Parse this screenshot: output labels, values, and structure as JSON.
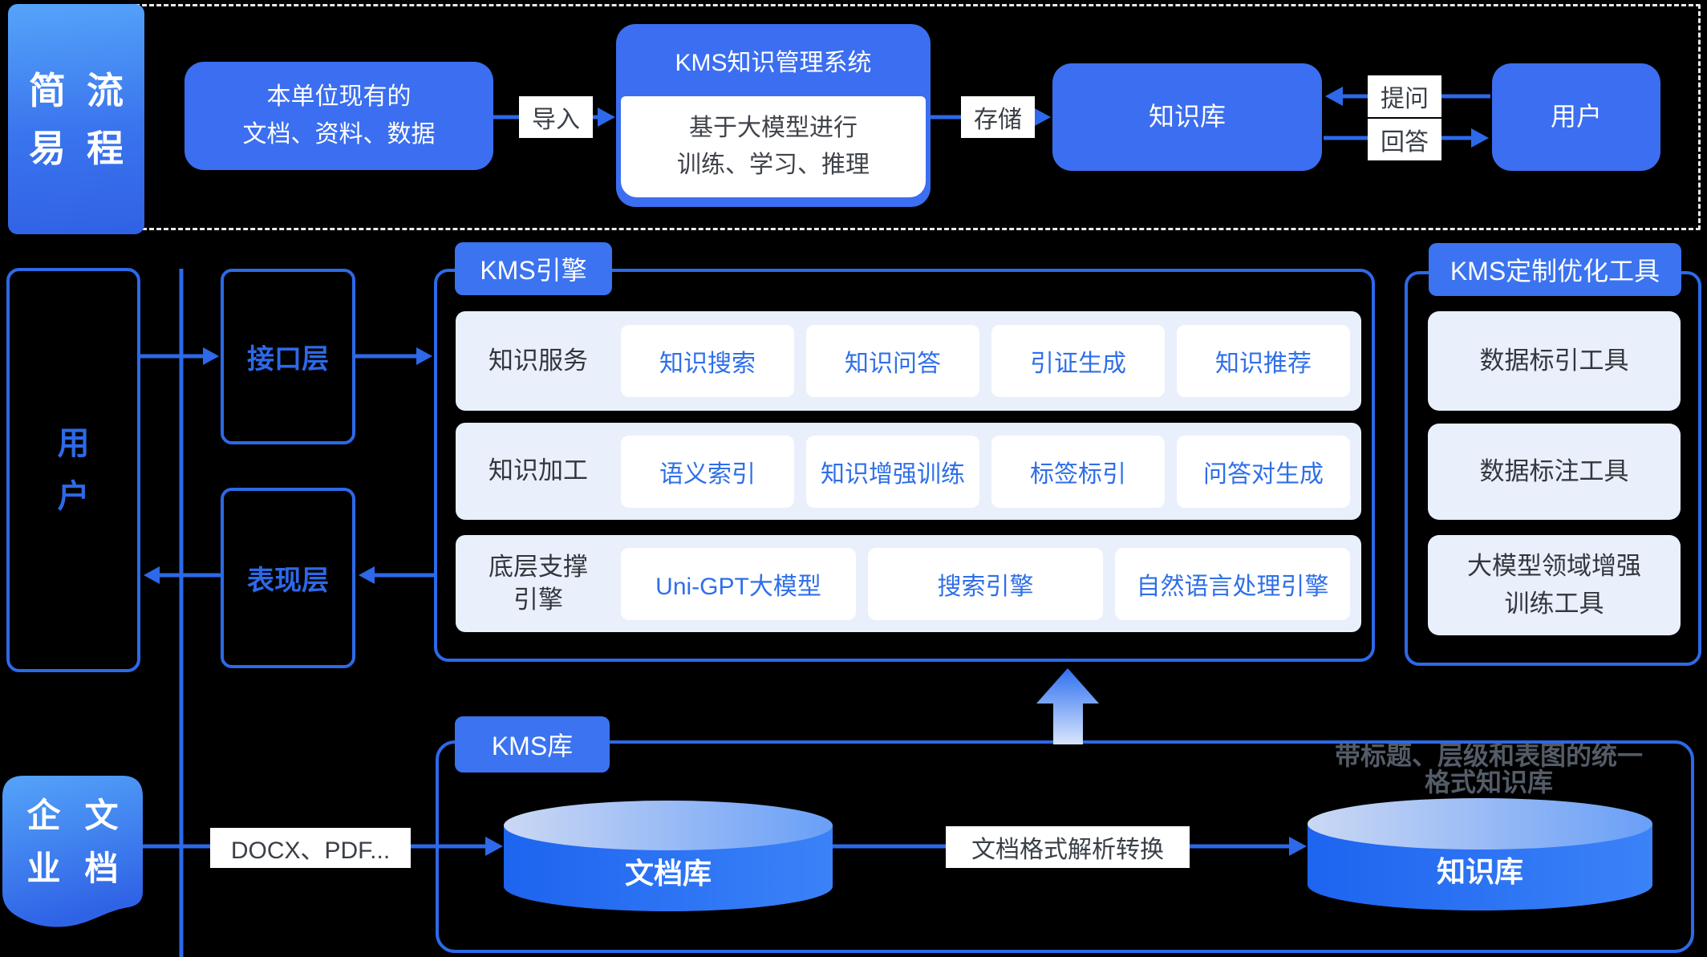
{
  "colors": {
    "accent": "#2d69e8",
    "solid_blue": "#3b6ef0",
    "tag_blue": "#3b73f0",
    "row_bg": "#e9effb",
    "chip_text": "#2f6fe9",
    "dark_text": "#33373d",
    "faded_caption": "#5c6470",
    "badge_gradient_top": "#55a4f9",
    "badge_gradient_bottom": "#3061e5"
  },
  "top": {
    "badge_chars": [
      "简",
      "流",
      "易",
      "程"
    ],
    "source_box": "本单位现有的\n文档、资料、数据",
    "import_label": "导入",
    "kms_system": {
      "title": "KMS知识管理系统",
      "body": "基于大模型进行\n训练、学习、推理"
    },
    "store_label": "存储",
    "kb_box": "知识库",
    "ask_label": "提问",
    "answer_label": "回答",
    "user_box": "用户"
  },
  "middle": {
    "user_chars": [
      "用",
      "户"
    ],
    "interface_layer": "接口层",
    "presentation_layer": "表现层",
    "engine": {
      "tag": "KMS引擎",
      "rows": [
        {
          "label": "知识服务",
          "chips": [
            "知识搜索",
            "知识问答",
            "引证生成",
            "知识推荐"
          ]
        },
        {
          "label": "知识加工",
          "chips": [
            "语义索引",
            "知识增强训练",
            "标签标引",
            "问答对生成"
          ]
        },
        {
          "label": "底层支撑\n引擎",
          "chips": [
            "Uni-GPT大模型",
            "搜索引擎",
            "自然语言处理引擎"
          ]
        }
      ]
    },
    "tools": {
      "tag": "KMS定制优化工具",
      "items": [
        "数据标引工具",
        "数据标注工具",
        "大模型领域增强\n训练工具"
      ]
    }
  },
  "bottom": {
    "doc_badge_chars": [
      "企",
      "文",
      "业",
      "档"
    ],
    "formats_label": "DOCX、PDF...",
    "lib_tag": "KMS库",
    "doc_db_label": "文档库",
    "convert_label": "文档格式解析转换",
    "kb_db_label": "知识库",
    "caption": "带标题、层级和表图的统一\n格式知识库"
  }
}
